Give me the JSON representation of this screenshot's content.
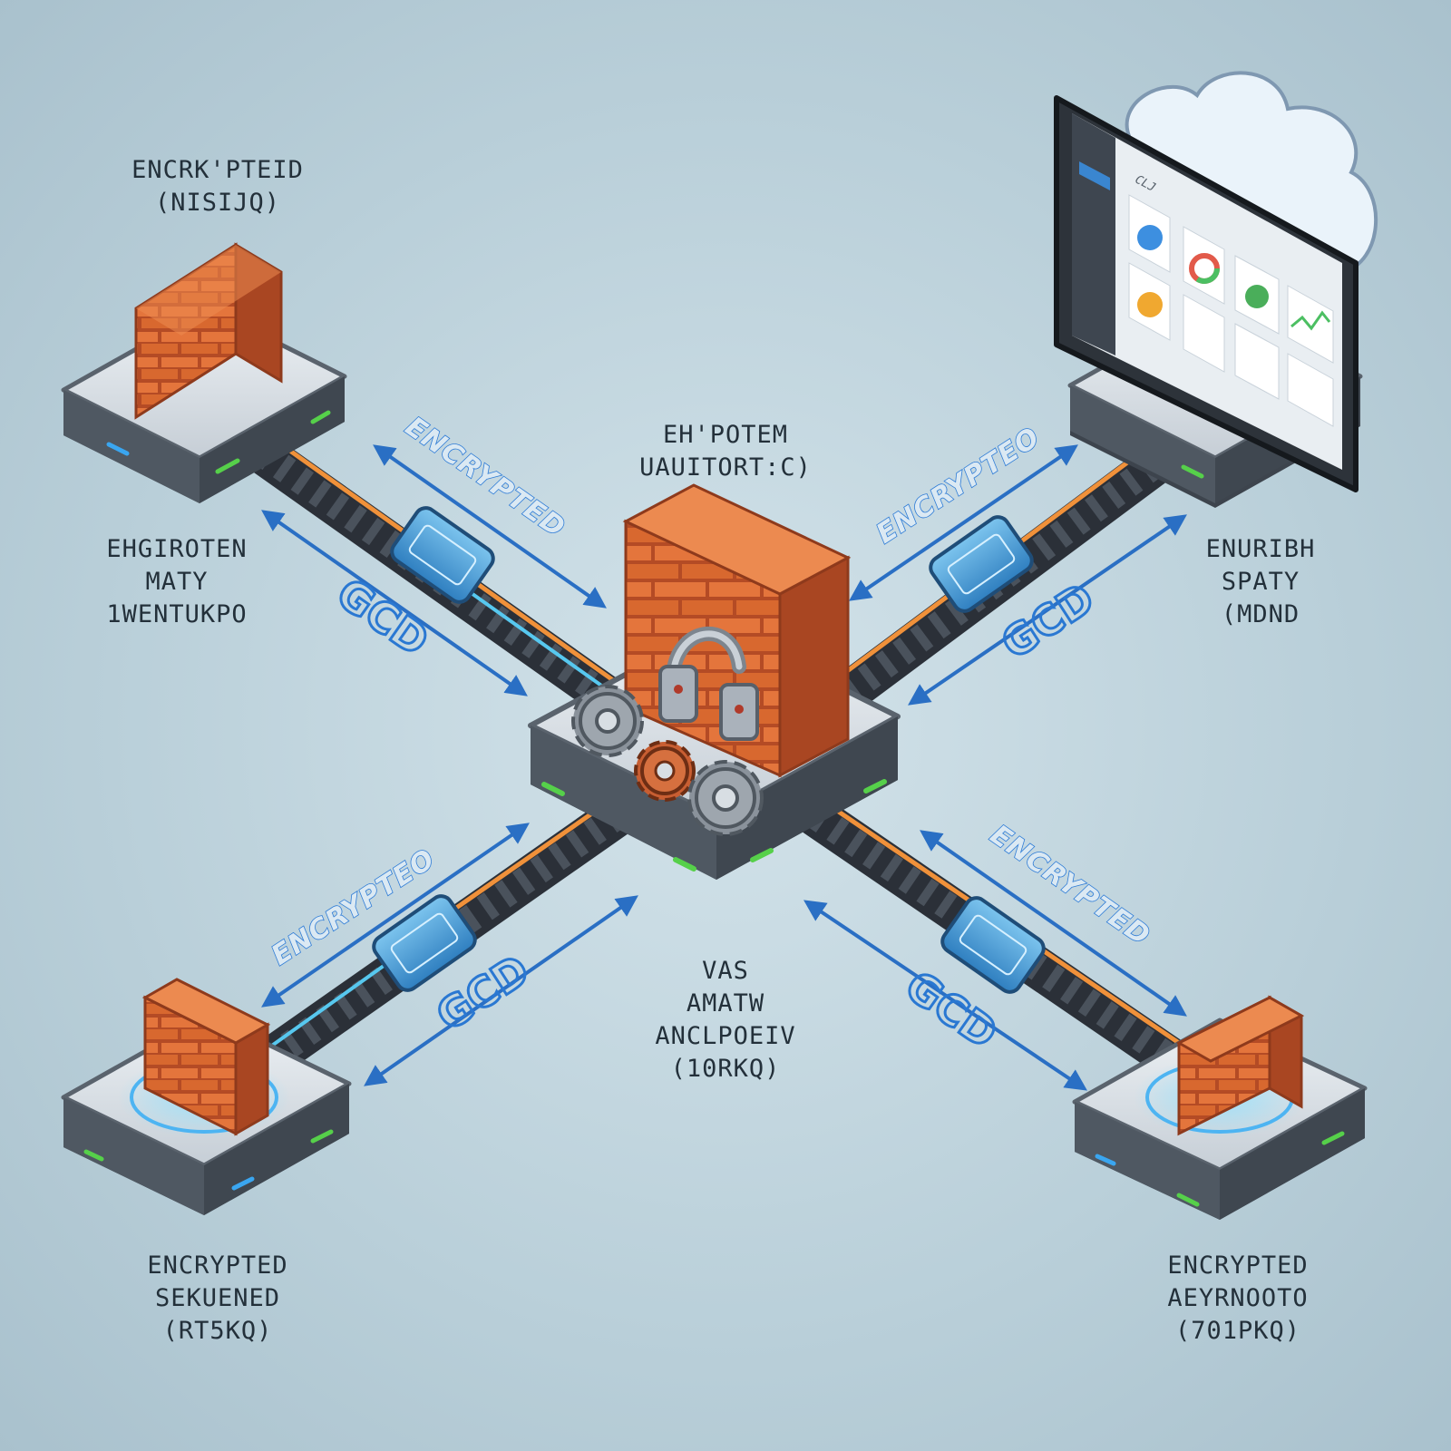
{
  "labels": {
    "top_left": [
      "ENCRK'PTEID",
      "(NISIJQ)"
    ],
    "left_middle": [
      "EHGIROTEN",
      "MATY",
      "1WENTUKPO"
    ],
    "center_top": [
      "EH'POTEM",
      "UAUITORT:C)"
    ],
    "right_middle": [
      "ENURIBH",
      "SPATY",
      "(MDND"
    ],
    "center_bottom": [
      "VAS",
      "AMATW",
      "ANCLPOEIV",
      "(10RKQ)"
    ],
    "bottom_left": [
      "ENCRYPTED",
      "SEKUENED",
      "(RT5KQ)"
    ],
    "bottom_right": [
      "ENCRYPTED",
      "AEYRNOOTO",
      "(701PKQ)"
    ]
  },
  "links": {
    "top_left": "ENCRYPTED",
    "top_right": "ENCRYPTEO",
    "bottom_left": "ENCRYPTEO",
    "bottom_right": "ENCRYPTED",
    "chain_text": "GCD"
  },
  "screen": {
    "header": "CLJ"
  },
  "colors": {
    "brick": "#e0703a",
    "brick_dark": "#b24a24",
    "pipe_orange": "#f0913a",
    "pipe_cyan": "#57c8ef",
    "arrow_blue": "#2a6fc4",
    "led_green": "#56d04a",
    "led_blue": "#3aa6f0",
    "device_grey": "#4a525c"
  },
  "icons": [
    "firewall-icon",
    "padlock-icon",
    "gear-icon",
    "cloud-icon",
    "monitor-icon",
    "chain-link-icon",
    "arrow-icon"
  ]
}
